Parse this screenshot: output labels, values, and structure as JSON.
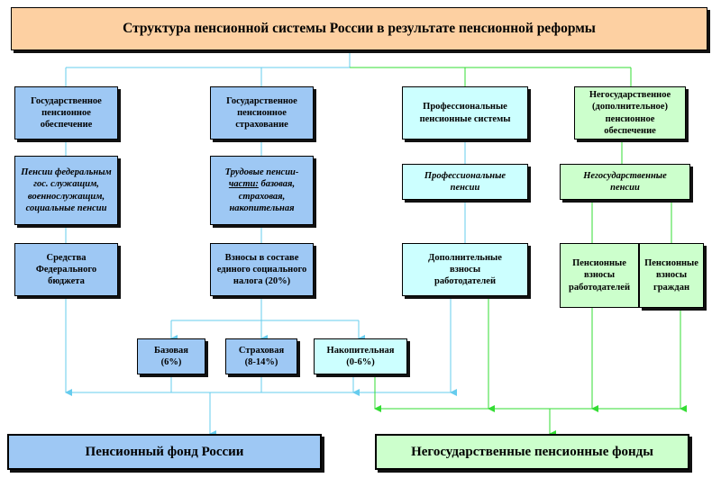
{
  "title": "Структура пенсионной системы России в результате пенсионной реформы",
  "level1": {
    "state_provision": "Государственное пенсионное обеспечение",
    "state_insurance": "Государственное пенсионное страхование",
    "professional_systems": "Профессиональные пенсионные системы",
    "non_state_provision": "Негосударственное (дополнительное) пенсионное обеспечение"
  },
  "level2": {
    "state_pensions": "Пенсии федеральным гос. служащим, военнослужащим, социальные пенсии",
    "labor_pensions_prefix": "Трудовые пенсии-",
    "labor_pensions_underlined": "части:",
    "labor_pensions_suffix": " базовая, страховая, накопительная",
    "professional_pensions": "Профессиональные пенсии",
    "non_state_pensions": "Негосударственные пенсии"
  },
  "level3": {
    "federal_budget": "Средства Федерального бюджета",
    "unified_tax": "Взносы в составе единого социального налога (20%)",
    "employer_extra": "Дополнительные взносы работодателей",
    "employer_contrib": "Пенсионные взносы работодателей",
    "citizen_contrib": "Пенсионные взносы граждан"
  },
  "parts": {
    "basic": "Базовая (6%)",
    "insurance": "Страховая (8-14%)",
    "funded": "Накопительная (0-6%)"
  },
  "funds": {
    "pfr": "Пенсионный фонд России",
    "npf": "Негосударственные пенсионные фонды"
  },
  "colors": {
    "blue_box": "#9ec8f4",
    "cyan_box": "#ccffff",
    "green_box": "#ccffcc",
    "title_box": "#fdd0a2",
    "blue_line": "#66ccee",
    "green_line": "#33dd33"
  }
}
